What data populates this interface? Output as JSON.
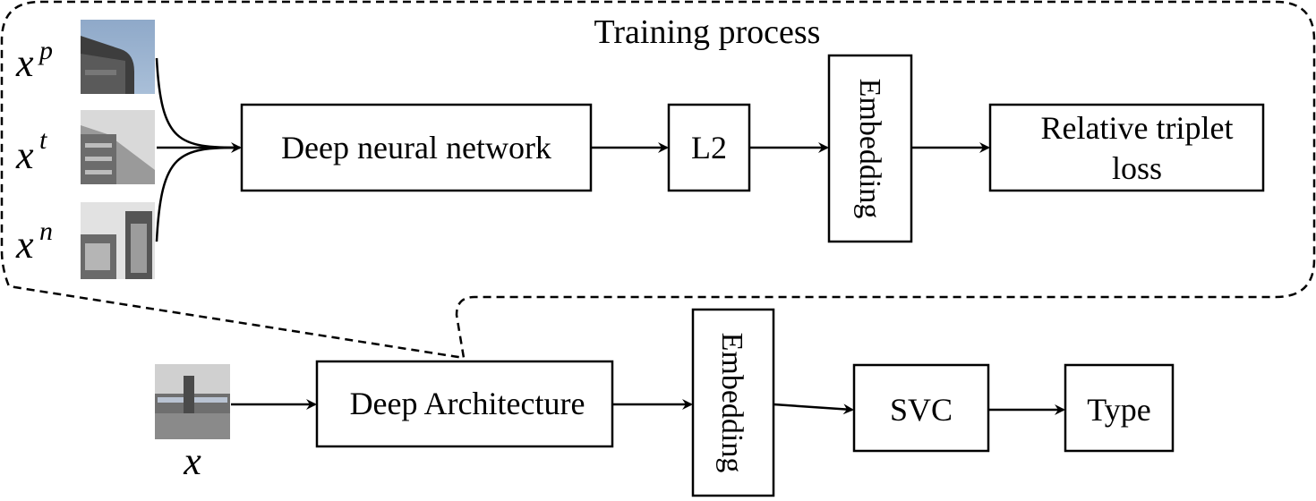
{
  "title": "Training process",
  "training": {
    "inputs": [
      {
        "symbol": "x",
        "sup": "p"
      },
      {
        "symbol": "x",
        "sup": "t"
      },
      {
        "symbol": "x",
        "sup": "n"
      }
    ],
    "dnn_label": "Deep neural network",
    "l2_label": "L2",
    "embedding_label": "Embedding",
    "loss_label_line1": "Relative triplet",
    "loss_label_line2": "loss"
  },
  "inference": {
    "input_symbol": "x",
    "arch_label": "Deep Architecture",
    "embedding_label": "Embedding",
    "svc_label": "SVC",
    "type_label": "Type"
  }
}
